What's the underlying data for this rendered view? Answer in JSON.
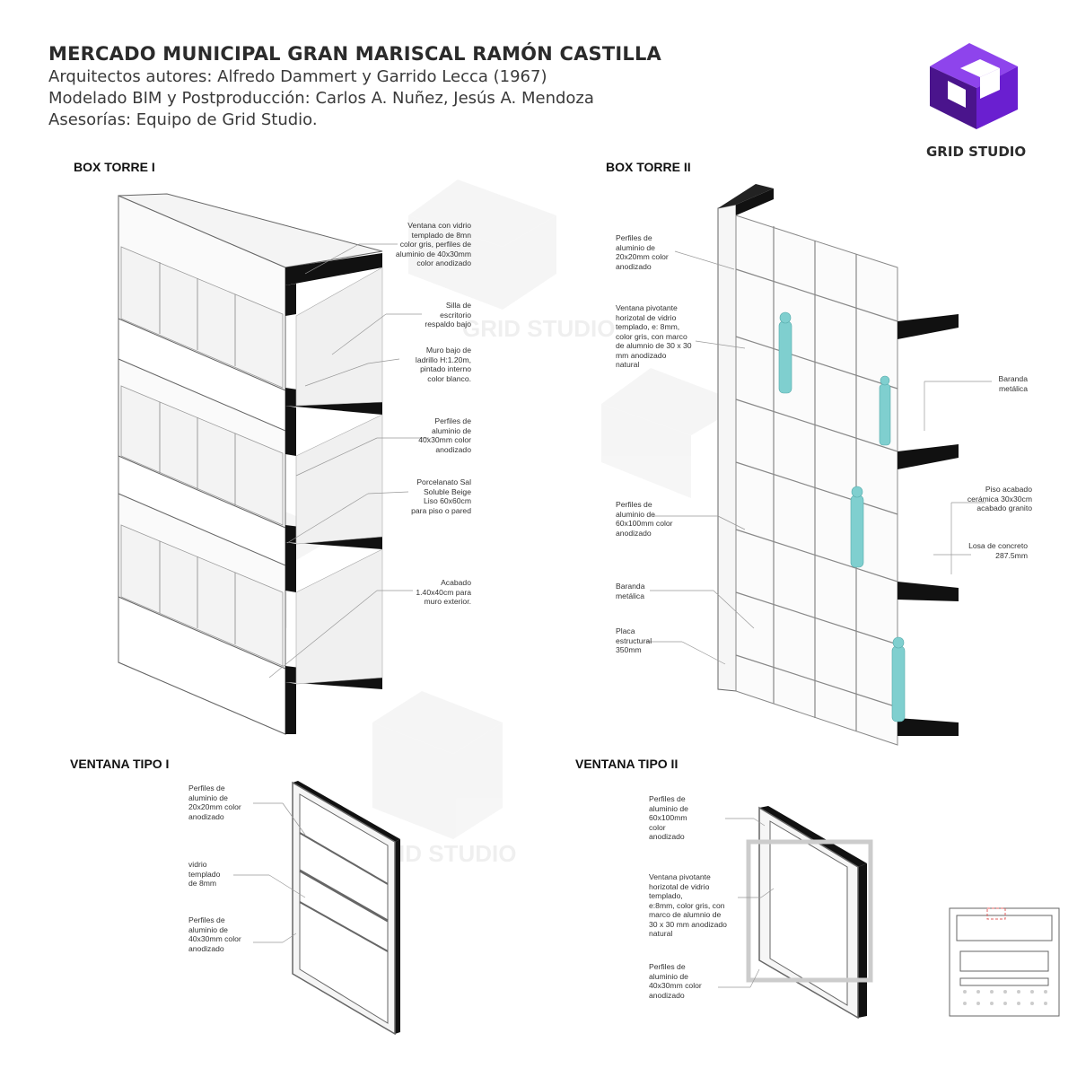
{
  "header": {
    "title": "MERCADO MUNICIPAL GRAN MARISCAL RAMÓN CASTILLA",
    "line1": "Arquitectos autores: Alfredo Dammert y Garrido Lecca (1967)",
    "line2": "Modelado BIM y Postproducción: Carlos A. Nuñez, Jesús A. Mendoza",
    "line3": "Asesorías: Equipo de Grid Studio."
  },
  "brand": {
    "name": "GRID STUDIO",
    "watermark": "GRID STUDIO",
    "colors": {
      "dark": "#4a148c",
      "mid": "#6a1fd0",
      "light": "#8e44ec"
    }
  },
  "sections": {
    "box1": "BOX TORRE I",
    "box2": "BOX TORRE II",
    "win1": "VENTANA TIPO I",
    "win2": "VENTANA TIPO II"
  },
  "notes_box1": [
    "Ventana con vidrio\ntemplado  de 8mn\ncolor gris, perfiles de\naluminio de 40x30mm\ncolor anodizado",
    "Silla de\nescritorio\nrespaldo bajo",
    "Muro   bajo de\nladrillo H:1.20m,\npintado interno\ncolor blanco.",
    "Perfiles de\naluminio de\n40x30mm color\nanodizado",
    "Porcelanato Sal\nSoluble Beige\nLiso 60x60cm\npara piso o pared",
    "Acabado\n1.40x40cm para\nmuro exterior."
  ],
  "notes_box2_left": [
    "Perfiles de\naluminio de\n20x20mm color\nanodizado",
    "Ventana pivotante\nhorizotal  de vidrio\ntemplado,  e: 8mm,\ncolor gris, con marco\nde alumnio de 30 x 30\nmm anodizado\nnatural",
    "Perfiles de\naluminio de\n60x100mm color\nanodizado",
    "Baranda\nmetálica",
    "Placa\nestructural\n350mm"
  ],
  "notes_box2_right": [
    "Baranda\nmetálica",
    "Piso acabado\ncerámica 30x30cm\nacabado granito",
    "Losa de concreto\n287.5mm"
  ],
  "notes_win1": [
    "Perfiles de\naluminio de\n20x20mm color\nanodizado",
    "vidrio\ntemplado\nde 8mm",
    "Perfiles de\naluminio de\n40x30mm color\nanodizado"
  ],
  "notes_win2": [
    "Perfiles de\naluminio de\n60x100mm\ncolor\nanodizado",
    "Ventana pivotante\nhorizotal  de vidrio\ntemplado,\ne:8mm, color gris, con\nmarco  de alumnio de\n30 x 30 mm anodizado\nnatural",
    "Perfiles de\naluminio de\n40x30mm color\nanodizado"
  ]
}
